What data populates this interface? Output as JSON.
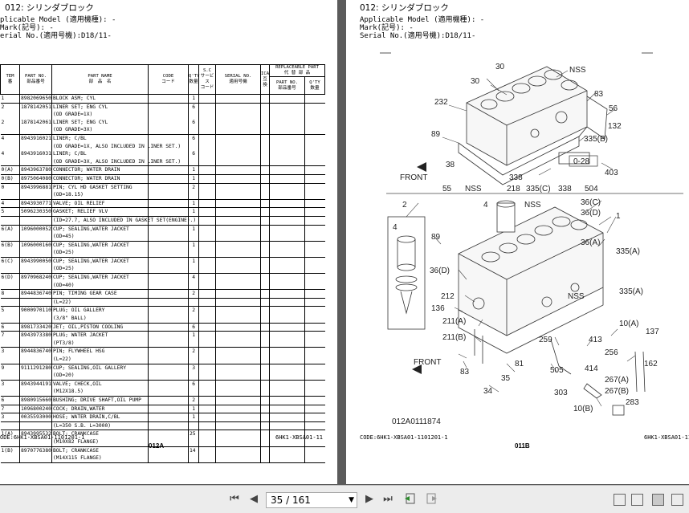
{
  "left_page": {
    "title": "012: シリンダブロック",
    "applicable_model": "plicable Model (適用機種): -",
    "mark": "Mark(記号): -",
    "serial": "erial No.(適用号機):D18/11-",
    "columns": {
      "item": "TEM\n番",
      "part_no": "PART NO.\n部品番号",
      "part_name": "PART NAME\n部　品　名",
      "code": "CODE\nコード",
      "qty": "Q'TY\n数量",
      "sc": "S.C\nサービス\nコード",
      "serial_no": "SERIAL NO.\n適用号機",
      "ica": "ICA\n互換",
      "replaceable": "REPLACEABLE PART\n代 替 部 品",
      "repl_part_no": "PART NO.\n部品番号",
      "repl_qty": "Q'TY\n数量"
    },
    "rows": [
      {
        "item": "1",
        "part_no": "8982069650",
        "name": "BLOCK ASM; CYL",
        "qty": "1",
        "sep": true
      },
      {
        "item": "2",
        "part_no": "1878142051",
        "name": "LINER SET; ENG CYL",
        "qty": "6",
        "sep": true
      },
      {
        "item": "",
        "part_no": "",
        "name": "(OD GRADE=1X)",
        "qty": "",
        "sep": false
      },
      {
        "item": "2",
        "part_no": "1878142061",
        "name": "LINER SET; ENG CYL",
        "qty": "6",
        "sep": false
      },
      {
        "item": "",
        "part_no": "",
        "name": "(OD GRADE=3X)",
        "qty": "",
        "sep": false
      },
      {
        "item": "4",
        "part_no": "8943916021",
        "name": "LINER; C/BL",
        "qty": "6",
        "sep": true
      },
      {
        "item": "",
        "part_no": "",
        "name": "(OD GRADE=1X, ALSO INCLUDED IN LINER SET.)",
        "qty": "",
        "sep": false
      },
      {
        "item": "4",
        "part_no": "8943916031",
        "name": "LINER; C/BL",
        "qty": "6",
        "sep": false
      },
      {
        "item": "",
        "part_no": "",
        "name": "(OD GRADE=3X, ALSO INCLUDED IN LINER SET.)",
        "qty": "",
        "sep": false
      },
      {
        "item": "0(A)",
        "part_no": "8943963780",
        "name": "CONNECTOR; WATER DRAIN",
        "qty": "1",
        "sep": true
      },
      {
        "item": "0(B)",
        "part_no": "8975064080",
        "name": "CONNECTOR; WATER DRAIN",
        "qty": "1",
        "sep": true
      },
      {
        "item": "0",
        "part_no": "8943996881",
        "name": "PIN; CYL HD GASKET SETTING",
        "qty": "2",
        "sep": true
      },
      {
        "item": "",
        "part_no": "",
        "name": "(OD=18.15)",
        "qty": "",
        "sep": false
      },
      {
        "item": "4",
        "part_no": "8943930771",
        "name": "VALVE; OIL RELIEF",
        "qty": "1",
        "sep": true
      },
      {
        "item": "5",
        "part_no": "5096230350",
        "name": "GASKET; RELIEF VLV",
        "qty": "1",
        "sep": true
      },
      {
        "item": "",
        "part_no": "",
        "name": "(ID=27.7, ALSO INCLUDED IN GASKET SET(ENGINE).)",
        "qty": "",
        "sep": true
      },
      {
        "item": "6(A)",
        "part_no": "1096000052",
        "name": "CUP; SEALING,WATER JACKET",
        "qty": "1",
        "sep": true
      },
      {
        "item": "",
        "part_no": "",
        "name": "(OD=45)",
        "qty": "",
        "sep": false
      },
      {
        "item": "6(B)",
        "part_no": "1096000160",
        "name": "CUP; SEALING,WATER JACKET",
        "qty": "1",
        "sep": true
      },
      {
        "item": "",
        "part_no": "",
        "name": "(OD=25)",
        "qty": "",
        "sep": false
      },
      {
        "item": "6(C)",
        "part_no": "8943990050",
        "name": "CUP; SEALING,WATER JACKET",
        "qty": "1",
        "sep": true
      },
      {
        "item": "",
        "part_no": "",
        "name": "(OD=25)",
        "qty": "",
        "sep": false
      },
      {
        "item": "6(D)",
        "part_no": "8970968240",
        "name": "CUP; SEALING,WATER JACKET",
        "qty": "4",
        "sep": true
      },
      {
        "item": "",
        "part_no": "",
        "name": "(OD=40)",
        "qty": "",
        "sep": false
      },
      {
        "item": "8",
        "part_no": "8944836740",
        "name": "PIN; TIMING GEAR CASE",
        "qty": "2",
        "sep": true
      },
      {
        "item": "",
        "part_no": "",
        "name": "(L=22)",
        "qty": "",
        "sep": true
      },
      {
        "item": "5",
        "part_no": "9000970110",
        "name": "PLUG; OIL GALLERY",
        "qty": "2",
        "sep": true
      },
      {
        "item": "",
        "part_no": "",
        "name": "(3/8\" BALL)",
        "qty": "",
        "sep": false
      },
      {
        "item": "6",
        "part_no": "8981733420",
        "name": "JET; OIL,PISTON COOLING",
        "qty": "6",
        "sep": true
      },
      {
        "item": "7",
        "part_no": "8943973380",
        "name": "PLUG; WATER JACKET",
        "qty": "1",
        "sep": true
      },
      {
        "item": "",
        "part_no": "",
        "name": "(PT3/8)",
        "qty": "",
        "sep": false
      },
      {
        "item": "3",
        "part_no": "8944836740",
        "name": "PIN; FLYWHEEL HSG",
        "qty": "2",
        "sep": true
      },
      {
        "item": "",
        "part_no": "",
        "name": "(L=22)",
        "qty": "",
        "sep": false
      },
      {
        "item": "9",
        "part_no": "9111291280",
        "name": "CUP; SEALING,OIL GALLERY",
        "qty": "3",
        "sep": true
      },
      {
        "item": "",
        "part_no": "",
        "name": "(OD=20)",
        "qty": "",
        "sep": false
      },
      {
        "item": "3",
        "part_no": "8943944191",
        "name": "VALVE; CHECK,OIL",
        "qty": "6",
        "sep": true
      },
      {
        "item": "",
        "part_no": "",
        "name": "(M12X18.5)",
        "qty": "",
        "sep": false
      },
      {
        "item": "6",
        "part_no": "8980915660",
        "name": "BUSHING; DRIVE SHAFT,OIL PUMP",
        "qty": "2",
        "sep": true
      },
      {
        "item": "7",
        "part_no": "1096800240",
        "name": "COCK; DRAIN,WATER",
        "qty": "1",
        "sep": true
      },
      {
        "item": "3",
        "part_no": "0035593000",
        "name": "HOSE; WATER DRAIN,C/BL",
        "qty": "1",
        "sep": true
      },
      {
        "item": "",
        "part_no": "",
        "name": "(L=350 S.B. L=3000)",
        "qty": "",
        "sep": true
      },
      {
        "item": "1(A)",
        "part_no": "8943995532",
        "name": "BOLT; CRANKCASE",
        "qty": "25",
        "sep": true
      },
      {
        "item": "",
        "part_no": "",
        "name": "(M10X82 FLANGE)",
        "qty": "",
        "sep": false
      },
      {
        "item": "1(B)",
        "part_no": "8970776380",
        "name": "BOLT; CRANKCASE",
        "qty": "14",
        "sep": true
      },
      {
        "item": "",
        "part_no": "",
        "name": "(M14X115 FLANGE)",
        "qty": "",
        "sep": false
      }
    ],
    "footer_code": "ODE:6HK1-XBSA01-1101201-1",
    "footer_model": "6HK1-XBSA01-11",
    "page_label": "012A"
  },
  "right_page": {
    "title": "012: シリンダブロック",
    "applicable_model": "Applicable Model (適用機種): -",
    "mark": "Mark(記号): -",
    "serial": "Serial No.(適用号機):D18/11-",
    "callouts": {
      "c30a": "30",
      "c30b": "30",
      "cNSS1": "NSS",
      "c83": "83",
      "c232": "232",
      "c56": "56",
      "c132": "132",
      "c89a": "89",
      "c335b1": "335(B)",
      "c38": "38",
      "c028": "0-28",
      "c403": "403",
      "c338a": "338",
      "cfront1": "FRONT",
      "c55": "55",
      "cNSS2": "NSS",
      "c218": "218",
      "c335c": "335(C)",
      "c338b": "338",
      "c504": "504",
      "c2": "2",
      "c4a": "4",
      "cNSS3": "NSS",
      "c36c": "36(C)",
      "c4b": "4",
      "c36d1": "36(D)",
      "c1": "1",
      "c89b": "89",
      "c36a": "36(A)",
      "c335a1": "335(A)",
      "c36d2": "36(D)",
      "c212": "212",
      "c335a2": "335(A)",
      "c136": "136",
      "cNSS4": "NSS",
      "c211a": "211(A)",
      "c211b": "211(B)",
      "c10a": "10(A)",
      "c137": "137",
      "c259": "259",
      "c413": "413",
      "c256": "256",
      "c162": "162",
      "cfront2": "FRONT",
      "c83b": "83",
      "c81": "81",
      "c505": "505",
      "c414": "414",
      "c267a": "267(A)",
      "c35": "35",
      "c267b": "267(B)",
      "c34": "34",
      "c303": "303",
      "c283": "283",
      "c10b": "10(B)"
    },
    "figure_id": "012A0111874",
    "footer_code": "CODE:6HK1-XBSA01-1101201-1",
    "footer_model": "6HK1-XBSA01-11",
    "page_label": "011B"
  },
  "toolbar": {
    "first_icon": "⏮",
    "prev_icon": "◀",
    "page_value": "35 / 161",
    "dropdown_icon": "▼",
    "next_icon": "▶",
    "last_icon": "⏭"
  }
}
